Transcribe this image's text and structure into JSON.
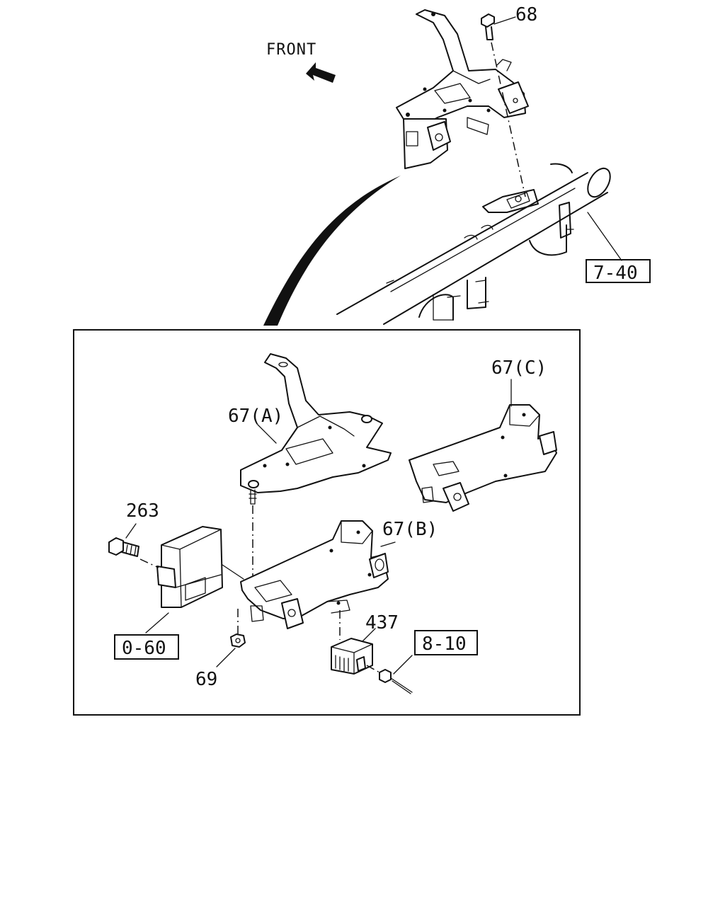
{
  "direction_label": "FRONT",
  "callouts": {
    "bolt_top": "68",
    "ref_crossmember": "7-40",
    "bracket_a": "67(A)",
    "bracket_b": "67(B)",
    "bracket_c": "67(C)",
    "bolt_side": "263",
    "ref_module": "0-60",
    "nut": "69",
    "relay": "437",
    "ref_harness": "8-10"
  },
  "icons": {
    "front_arrow": "arrow-left-up-icon"
  }
}
